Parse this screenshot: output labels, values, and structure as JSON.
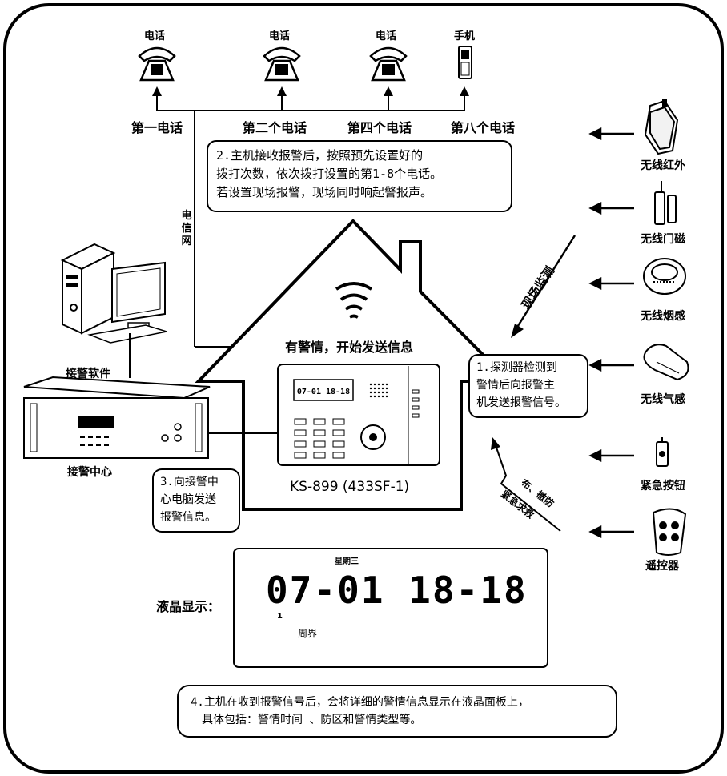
{
  "phones": [
    {
      "top_label": "电话",
      "bottom_label": "第一电话"
    },
    {
      "top_label": "电话",
      "bottom_label": "第二个电话"
    },
    {
      "top_label": "电话",
      "bottom_label": "第四个电话"
    },
    {
      "top_label": "手机",
      "bottom_label": "第八个电话"
    }
  ],
  "telecom_network": [
    "电",
    "信",
    "网"
  ],
  "note2": [
    "2.主机接收报警后，按照预先设置好的",
    "拨打次数，依次拨打设置的第1-8个电话。",
    "若设置现场报警，现场同时响起警报声。"
  ],
  "note1": [
    "1.探测器检测到",
    "警情后向报警主",
    "机发送报警信号。"
  ],
  "note3": [
    "3.向接警中",
    "心电脑发送",
    "报警信息。"
  ],
  "note4": [
    "4.主机在收到报警信号后，会将详细的警情信息显示在液晶面板上，",
    "具体包括：警情时间 、防区和警情类型等。"
  ],
  "alarm_text": "有警情，开始发送信息",
  "model": "KS-899 (433SF-1)",
  "on_site_monitor": "现场监测",
  "arm_disarm": "布、撤防",
  "emergency": "紧急求救",
  "alarm_software": "接警软件",
  "alarm_center": "接警中心",
  "sensors": [
    "无线红外",
    "无线门磁",
    "无线烟感",
    "无线气感",
    "紧急按钮",
    "遥控器"
  ],
  "lcd": {
    "label": "液晶显示：",
    "weekday": "星期三",
    "time": "07-01 18-18",
    "zone": "1",
    "type": "周界"
  },
  "device_lcd": "07-01 18-18"
}
